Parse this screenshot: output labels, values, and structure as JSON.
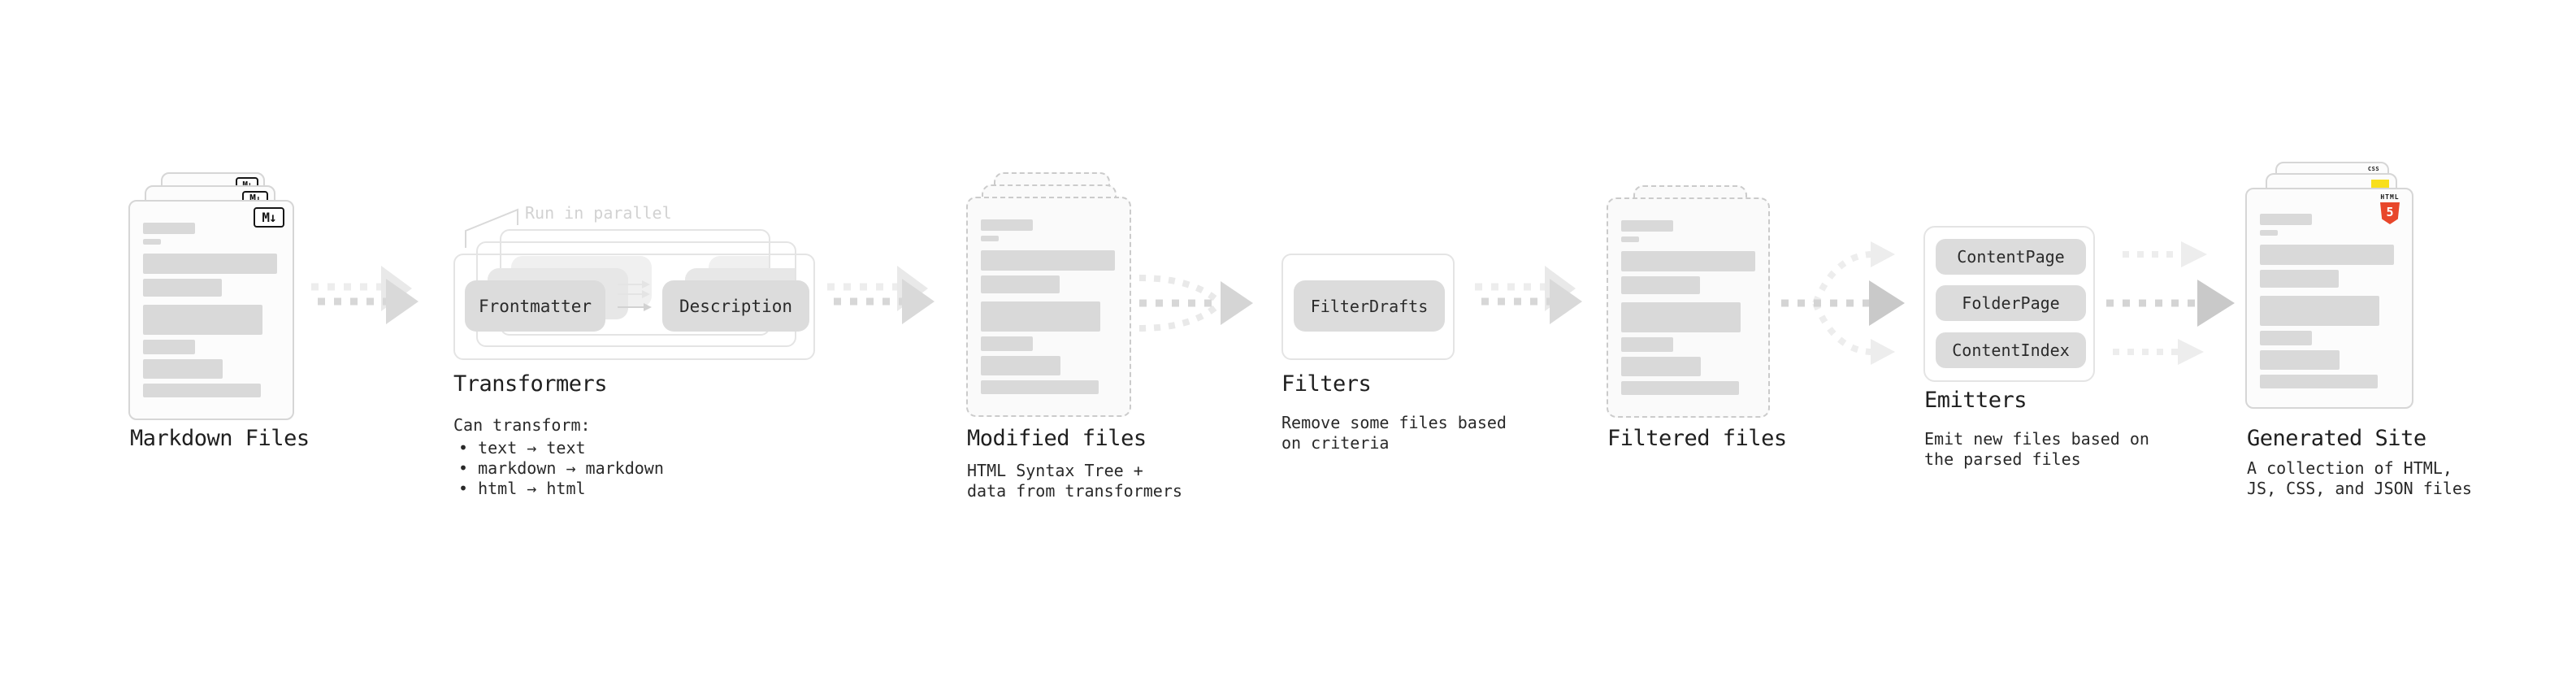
{
  "diagram": {
    "kind": "static-site-generator-pipeline",
    "stages": {
      "markdown": {
        "label": "Markdown Files",
        "badge": "M↓"
      },
      "transformers": {
        "label": "Transformers",
        "note": "Run in parallel",
        "pills": [
          "Frontmatter",
          "Description"
        ],
        "desc_title": "Can transform:",
        "bullets": [
          "• text → text",
          "• markdown → markdown",
          "• html → html"
        ]
      },
      "modified": {
        "label": "Modified files",
        "desc": [
          "HTML Syntax Tree +",
          "data from transformers"
        ]
      },
      "filters": {
        "label": "Filters",
        "pills": [
          "FilterDrafts"
        ],
        "desc": [
          "Remove some files based",
          "on criteria"
        ]
      },
      "filtered": {
        "label": "Filtered files"
      },
      "emitters": {
        "label": "Emitters",
        "pills": [
          "ContentPage",
          "FolderPage",
          "ContentIndex"
        ],
        "desc": [
          "Emit new files based on",
          "the parsed files"
        ]
      },
      "site": {
        "label": "Generated Site",
        "desc": [
          "A collection of HTML,",
          "JS, CSS, and JSON files"
        ],
        "badge_html": "HTML",
        "badge_five": "5",
        "badge_css": "CSS",
        "badge_js": "JS"
      }
    },
    "colors": {
      "html5_orange": "#e8472b",
      "js_yellow": "#f8df1c",
      "css_blue": "#2f6bf2",
      "arrow_gray": "#d7d7d7",
      "arrow_ghost": "#ededed"
    }
  }
}
